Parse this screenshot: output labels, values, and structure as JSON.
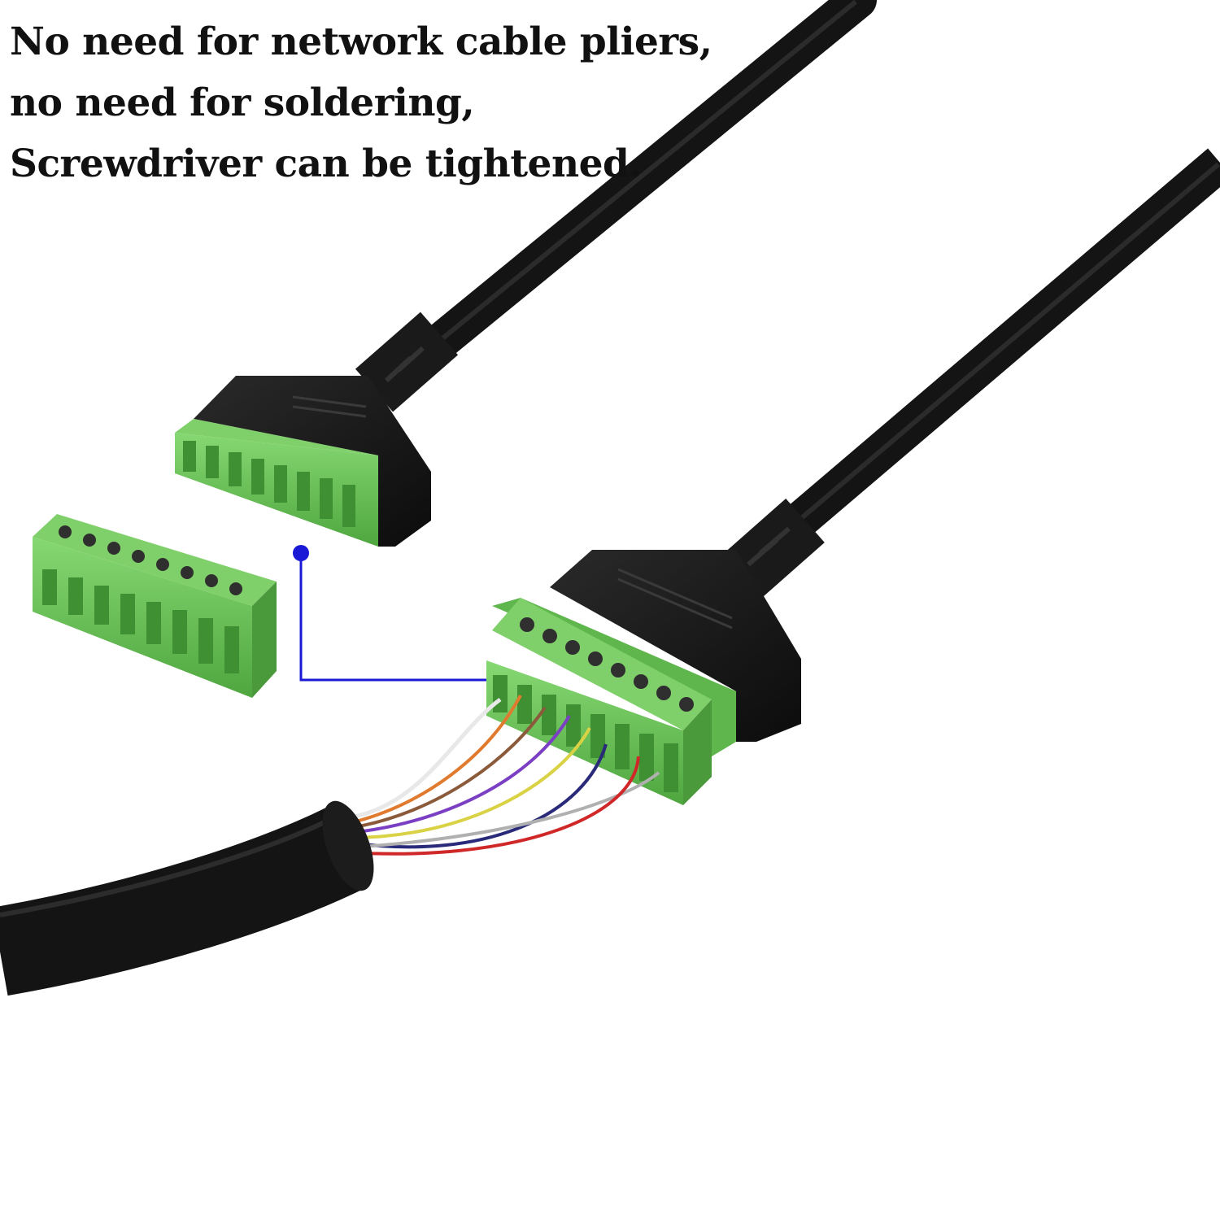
{
  "caption": {
    "line1": "No need for network cable pliers,",
    "line2": "no need for soldering,",
    "line3": "Screwdriver can be tightened."
  },
  "colors": {
    "background": "#ffffff",
    "cable": "#141414",
    "terminal_green": "#6cc35a",
    "terminal_green_dark": "#3f8f33",
    "pointer_line": "#1a1ad6",
    "wires": [
      "#e8e8e8",
      "#e07a2e",
      "#8a5a3a",
      "#7b3fc4",
      "#d9d245",
      "#2a2a7a",
      "#b0b0b0",
      "#d02828"
    ]
  },
  "icons": {
    "pointer": "pointer-dot-icon"
  }
}
